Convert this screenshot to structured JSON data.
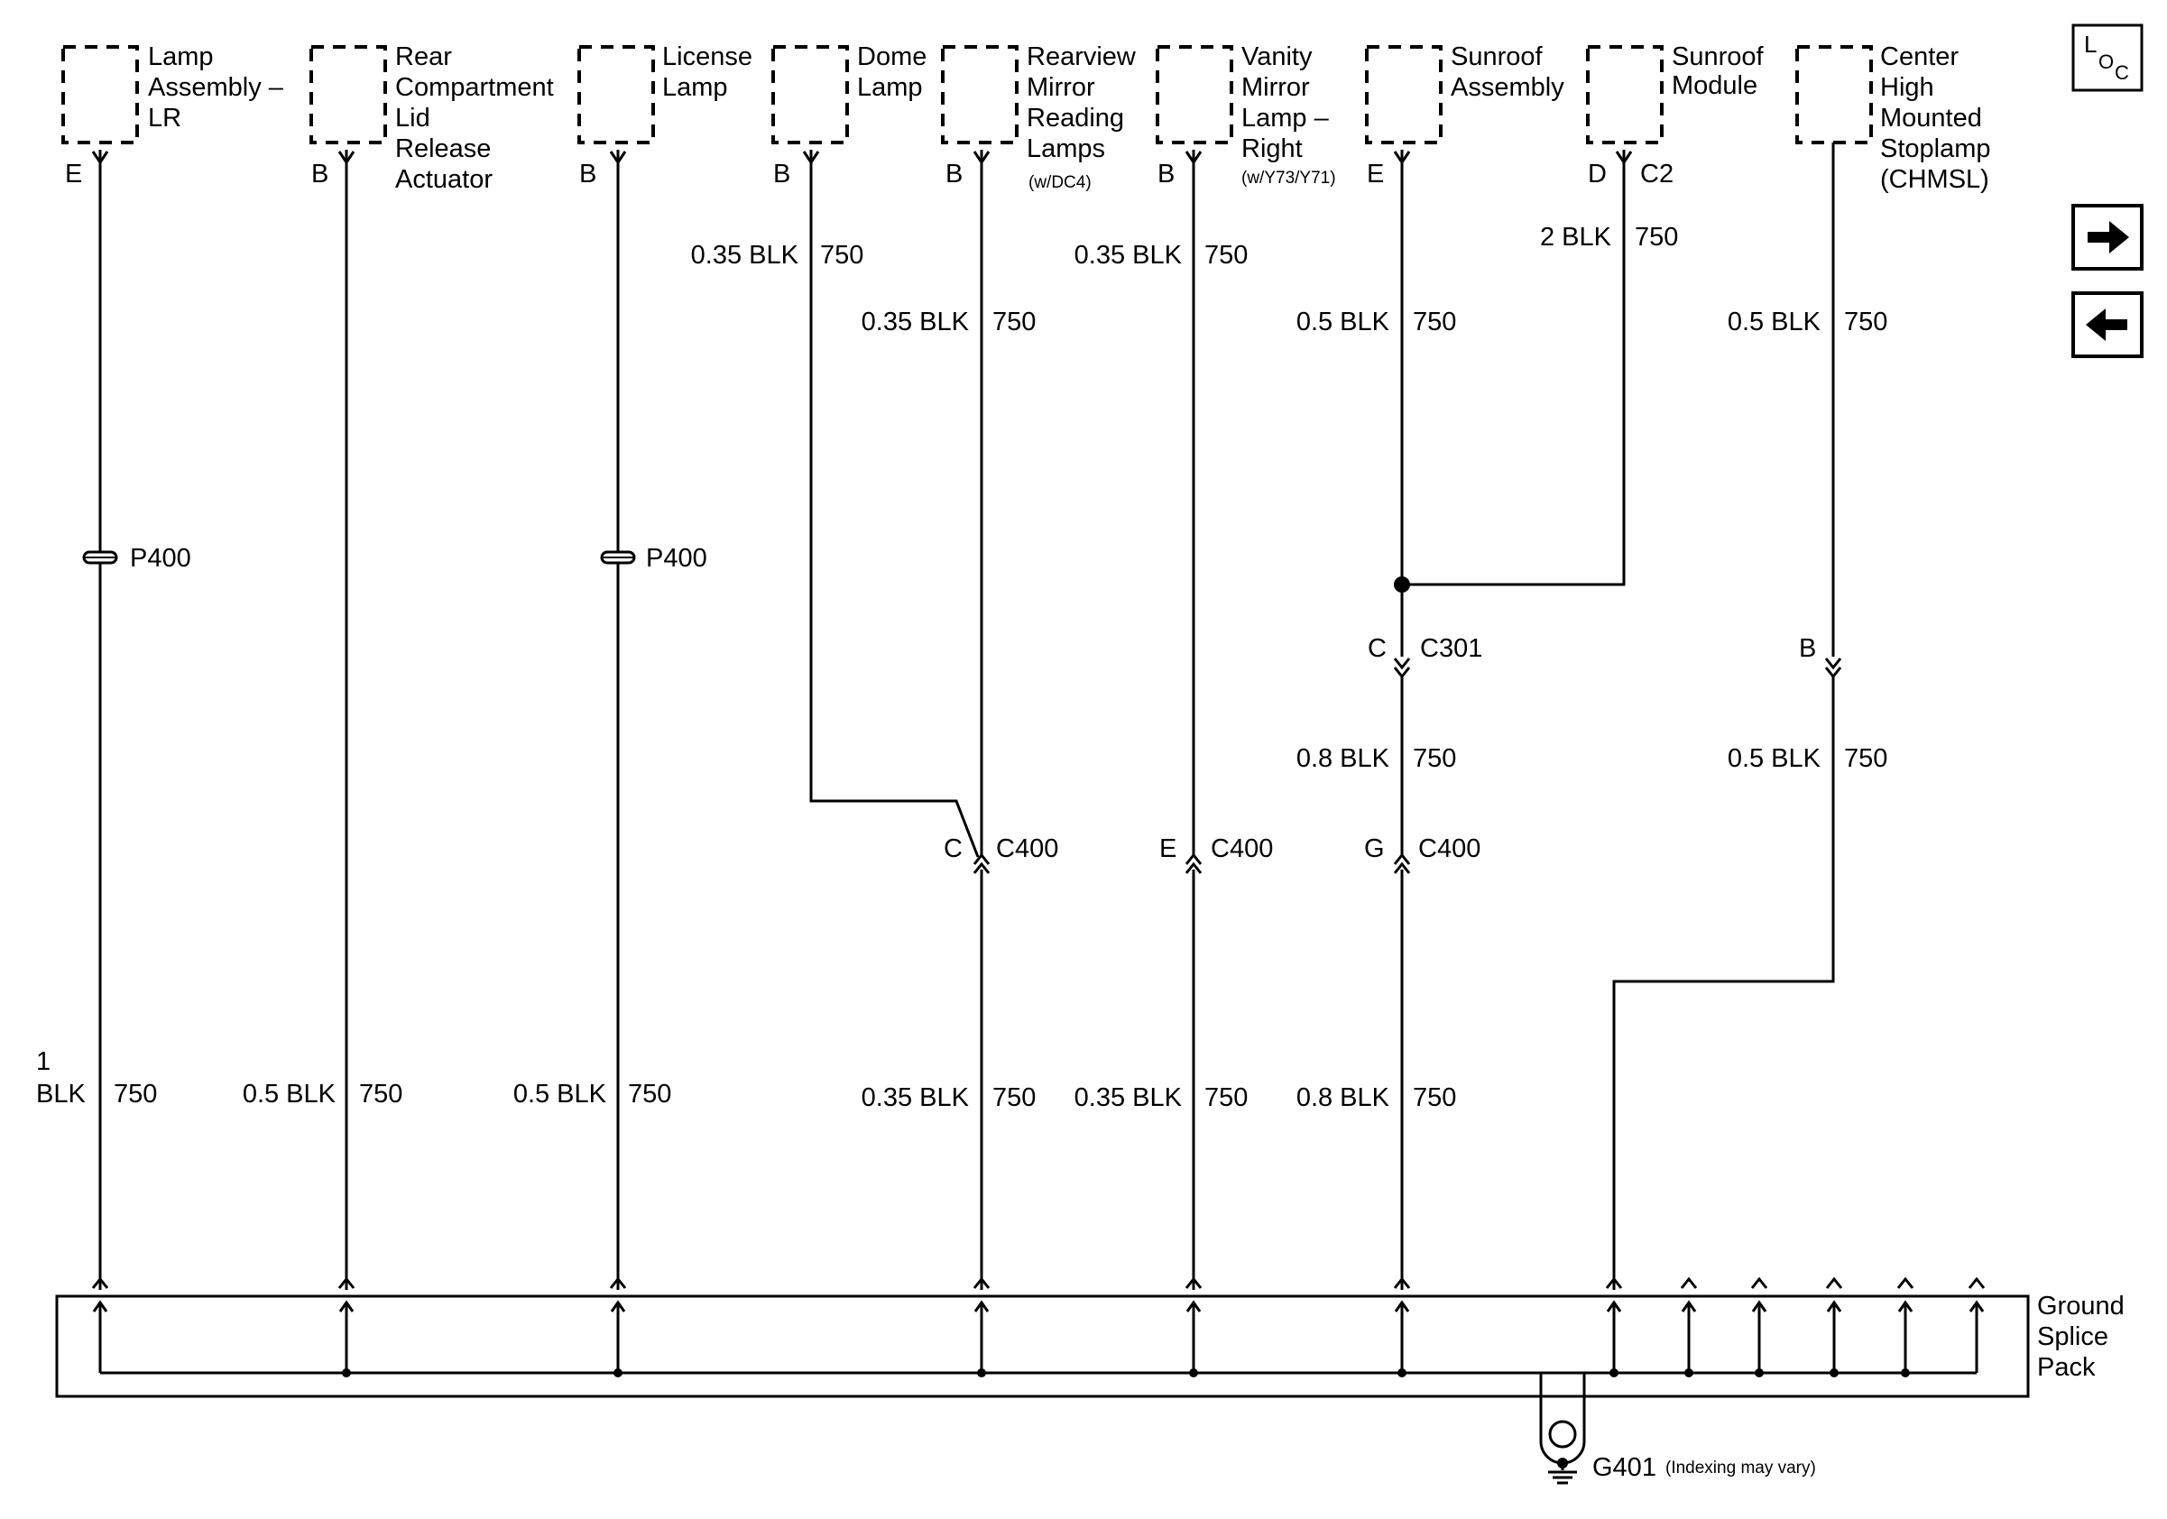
{
  "components": [
    {
      "id": "lamp-lr",
      "lines": [
        "Lamp",
        "Assembly –",
        "LR"
      ],
      "pin": "E"
    },
    {
      "id": "rear-lid",
      "lines": [
        "Rear",
        "Compartment",
        "Lid",
        "Release",
        "Actuator"
      ],
      "pin": "B"
    },
    {
      "id": "license",
      "lines": [
        "License",
        "Lamp"
      ],
      "pin": "B"
    },
    {
      "id": "dome",
      "lines": [
        "Dome",
        "Lamp"
      ],
      "pin": "B"
    },
    {
      "id": "rearview",
      "lines": [
        "Rearview",
        "Mirror",
        "Reading",
        "Lamps"
      ],
      "note": "(w/DC4)",
      "pin": "B"
    },
    {
      "id": "vanity",
      "lines": [
        "Vanity",
        "Mirror",
        "Lamp –",
        "Right"
      ],
      "note": "(w/Y73/Y71)",
      "pin": "B"
    },
    {
      "id": "sunroof-asm",
      "lines": [
        "Sunroof",
        "Assembly"
      ],
      "pin": "E"
    },
    {
      "id": "sunroof-mod",
      "lines": [
        "Sunroof",
        "Module"
      ],
      "pin": "D",
      "connector": "C2"
    },
    {
      "id": "chmsl",
      "lines": [
        "Center",
        "High",
        "Mounted",
        "Stoplamp",
        "(CHMSL)"
      ]
    }
  ],
  "wires": {
    "upper_dome": "0.35 BLK",
    "upper_rearview": "0.35 BLK",
    "upper_vanity": "0.35 BLK",
    "upper_sunroof_mod": "2 BLK",
    "upper_sunroof_asm": "0.5 BLK",
    "upper_chmsl": "0.5 BLK",
    "mid_sunroof": "0.8 BLK",
    "mid_chmsl": "0.5 BLK",
    "lower_lamp_lr_size": "1",
    "lower_lamp_lr_color": "BLK",
    "lower_rear_lid": "0.5 BLK",
    "lower_license": "0.5 BLK",
    "lower_rearview": "0.35 BLK",
    "lower_vanity": "0.35 BLK",
    "lower_sunroof": "0.8 BLK",
    "circuit": "750"
  },
  "connectors": {
    "p400": "P400",
    "c301": "C301",
    "c301_pin": "C",
    "c400": "C400",
    "c400_pin_rearview": "C",
    "c400_pin_vanity": "E",
    "c400_pin_sunroof": "G",
    "chmsl_pin": "B"
  },
  "splice_pack": {
    "lines": [
      "Ground",
      "Splice",
      "Pack"
    ]
  },
  "ground": {
    "id": "G401",
    "note": "(Indexing may vary)"
  },
  "nav": {
    "loc_main": "L",
    "loc_sub1": "O",
    "loc_sub2": "C",
    "next_icon": "right-arrow-icon",
    "prev_icon": "left-arrow-icon"
  }
}
